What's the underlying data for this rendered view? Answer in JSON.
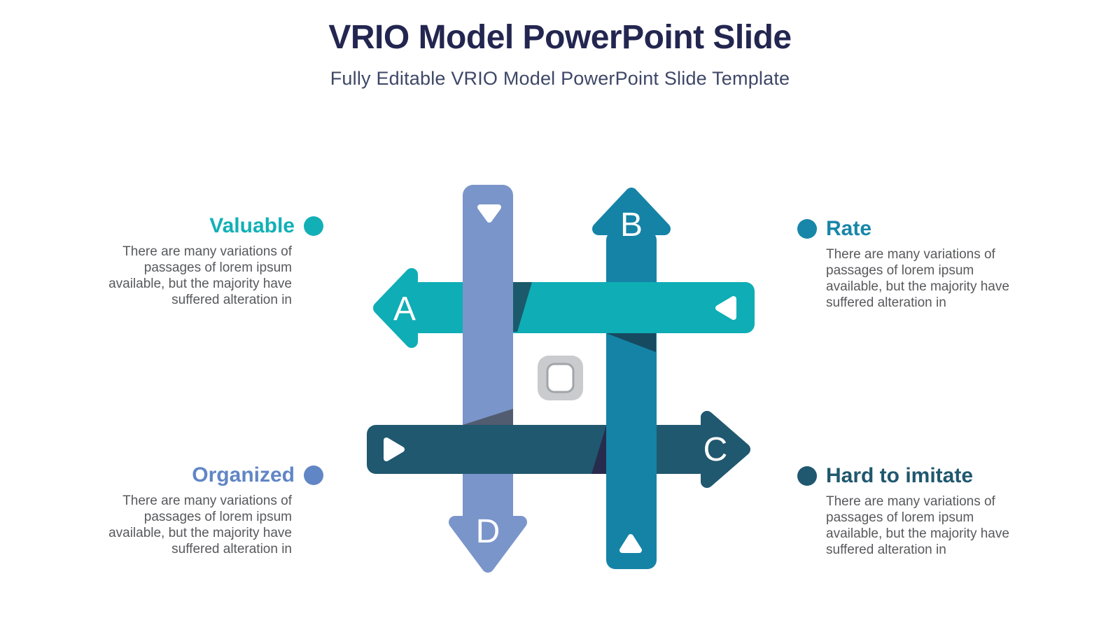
{
  "header": {
    "title": "VRIO Model PowerPoint Slide",
    "subtitle": "Fully Editable VRIO Model PowerPoint Slide Template"
  },
  "blocks": {
    "valuable": {
      "title": "Valuable",
      "lines": [
        "There are many variations of",
        "passages of lorem ipsum",
        "available, but the majority have",
        "suffered alteration in"
      ]
    },
    "rate": {
      "title": "Rate",
      "lines": [
        "There are many variations of",
        "passages of lorem ipsum",
        "available, but the majority have",
        "suffered alteration in"
      ]
    },
    "organized": {
      "title": "Organized",
      "lines": [
        "There are many variations of",
        "passages of lorem ipsum",
        "available, but the majority have",
        "suffered alteration in"
      ]
    },
    "hard_to_imitate": {
      "title": "Hard to imitate",
      "lines": [
        "There are many variations of",
        "passages of lorem ipsum",
        "available, but the majority have",
        "suffered alteration in"
      ]
    }
  },
  "diagram": {
    "letters": {
      "a": "A",
      "b": "B",
      "c": "C",
      "d": "D"
    },
    "center_icon": "rounded-square-icon"
  },
  "colors": {
    "title": "#232650",
    "subtitle": "#3e4766",
    "body": "#58595c",
    "valuable": "#12b0b6",
    "rate": "#1886a9",
    "organized": "#6186c5",
    "hard": "#20586f",
    "arrow_a": "#0fadb5",
    "arrow_b": "#1583a6",
    "arrow_c": "#20586f",
    "arrow_d": "#7a95ca",
    "shadow_on_a": "#1b5a6a",
    "shadow_on_b": "#164a60",
    "shadow_on_c": "#272c4e",
    "shadow_on_d": "#515c70",
    "icon_gray": "#c9cbce",
    "icon_border": "#a2a5a8"
  }
}
